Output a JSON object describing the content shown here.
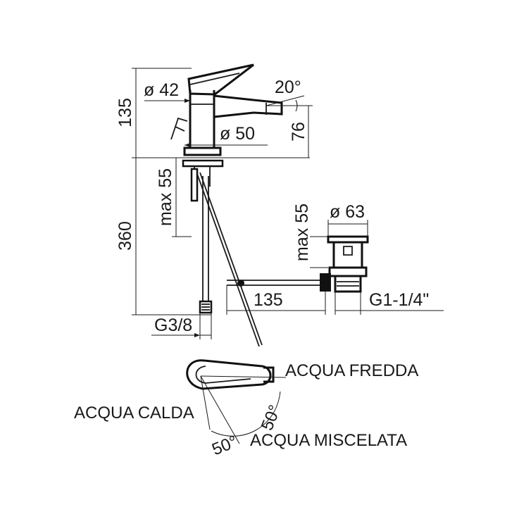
{
  "dimensions": {
    "height_top": "135",
    "height_below": "360",
    "dia_top": "ø 42",
    "dia_body": "ø 50",
    "angle_spout": "20°",
    "spout_height": "76",
    "max_deck_left": "max 55",
    "max_deck_right": "max 55",
    "dia_waste": "ø 63",
    "rod_length": "135",
    "thread_waste": "G1-1/4\"",
    "thread_inlet": "G3/8"
  },
  "handle_diagram": {
    "cold": "ACQUA FREDDA",
    "hot": "ACQUA CALDA",
    "mixed": "ACQUA MISCELATA",
    "angle_cold": "50°",
    "angle_hot": "50°"
  },
  "colors": {
    "line": "#1a1a1a",
    "background": "#ffffff"
  }
}
